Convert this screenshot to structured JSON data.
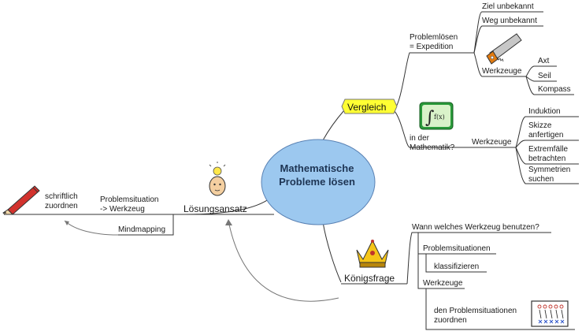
{
  "map": {
    "center": "Mathematische Probleme lösen",
    "vergleich": {
      "label": "Vergleich",
      "expedition": "Problemlösen\n= Expedition",
      "ziel": "Ziel unbekannt",
      "weg": "Weg unbekannt",
      "werkzeuge_exp": "Werkzeuge",
      "axt": "Axt",
      "seil": "Seil",
      "kompass": "Kompass",
      "mathematik": "in der\nMathematik?",
      "werkzeuge_math": "Werkzeuge",
      "induktion": "Induktion",
      "skizze": "Skizze\nanfertigen",
      "extremfaelle": "Extremfälle\nbetrachten",
      "symmetrien": "Symmetrien\nsuchen"
    },
    "loesungsansatz": {
      "label": "Lösungsansatz",
      "problemsituation": "Problemsituation\n-> Werkzeug",
      "mindmapping": "Mindmapping",
      "schriftlich": "schriftlich\nzuordnen"
    },
    "koenigsfrage": {
      "label": "Königsfrage",
      "wann": "Wann welches Werkzeug benutzen?",
      "problemsituationen": "Problemsituationen",
      "klassifizieren": "klassifizieren",
      "werkzeuge": "Werkzeuge",
      "zuordnen": "den Problemsituationen\nzuordnen"
    },
    "integral_formula": "f(x)"
  },
  "colors": {
    "center_fill": "#9cc8ef",
    "vergleich_fill": "#ffff33",
    "line": "#333333"
  },
  "icons": [
    "saw-icon",
    "integral-icon",
    "lightbulb-head-icon",
    "pencil-icon",
    "crown-icon",
    "whiteboard-icon"
  ]
}
